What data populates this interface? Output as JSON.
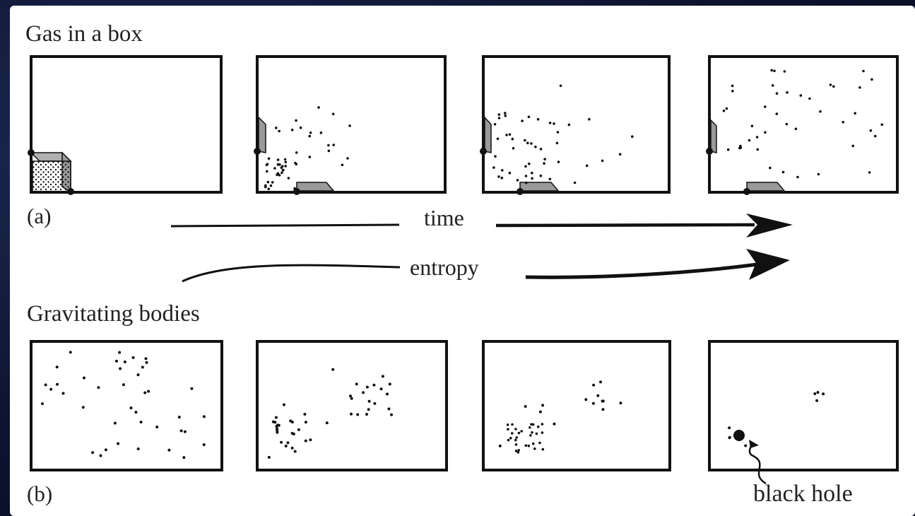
{
  "panel_a": {
    "title": "Gas in a box",
    "tag": "(a)"
  },
  "panel_b": {
    "title": "Gravitating bodies",
    "tag": "(b)"
  },
  "arrows": {
    "time": "time",
    "entropy": "entropy"
  },
  "annotation": {
    "black_hole": "black hole"
  },
  "colors": {
    "background": "#0d1430",
    "sheet": "#ffffff",
    "ink": "#111111",
    "partition": "#9a9a9a"
  }
}
